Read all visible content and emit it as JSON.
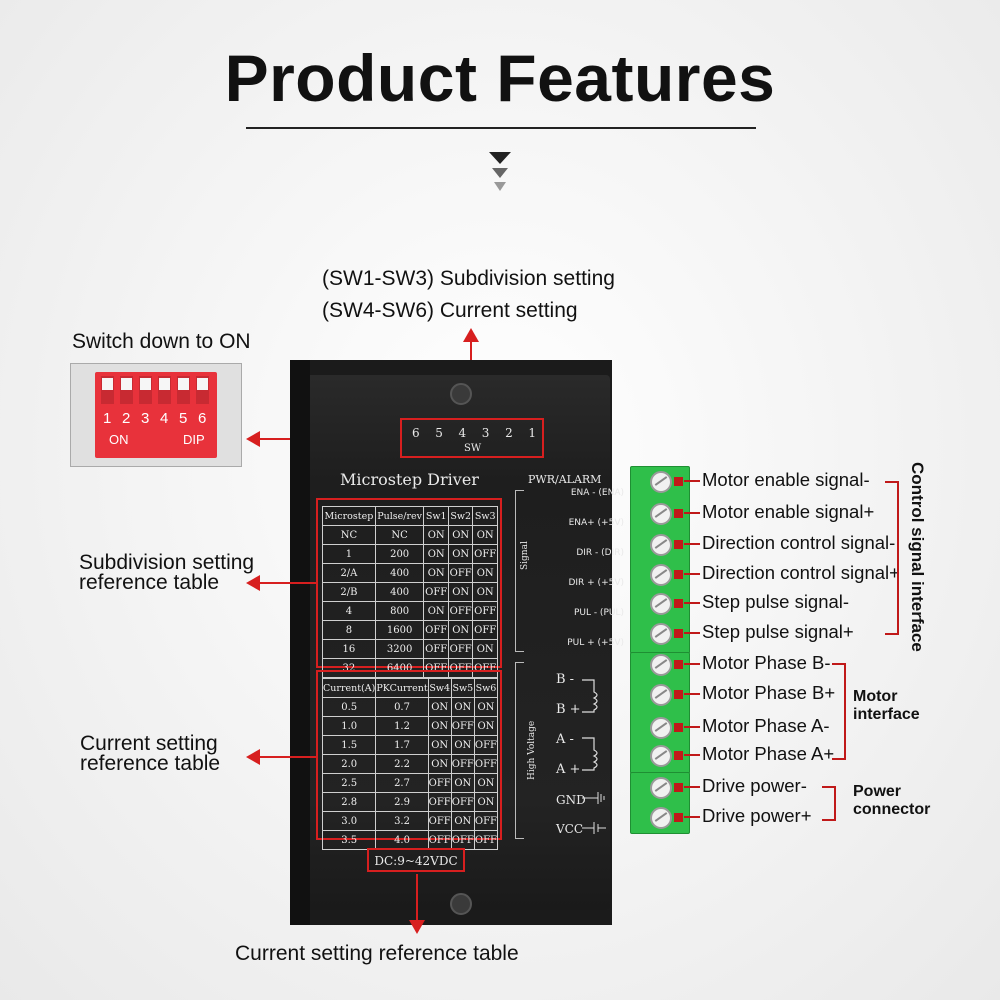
{
  "heading": "Product Features",
  "top_label": {
    "line1": "(SW1-SW3) Subdivision setting",
    "line2": "(SW4-SW6) Current setting"
  },
  "dip": {
    "caption": "Switch down to ON",
    "numbers": [
      "1",
      "2",
      "3",
      "4",
      "5",
      "6"
    ],
    "on_text": "ON",
    "dip_text": "DIP"
  },
  "driver": {
    "sw_numbers": [
      "6",
      "5",
      "4",
      "3",
      "2",
      "1"
    ],
    "sw_label": "SW",
    "title": "Microstep Driver",
    "pwr_alarm": "PWR/ALARM",
    "signal_label": "Signal",
    "hv_label": "High Voltage",
    "pins": [
      "ENA - (ENA)",
      "ENA+ (+5V)",
      "DIR - (DIR)",
      "DIR + (+5V)",
      "PUL - (PUL)",
      "PUL + (+5V)"
    ],
    "coil": [
      "B -",
      "B +",
      "A -",
      "A +"
    ],
    "power_pins": [
      "GND",
      "VCC"
    ],
    "voltage": "DC:9~42VDC"
  },
  "subdivision_table": {
    "headers": [
      "Microstep",
      "Pulse/rev",
      "Sw1",
      "Sw2",
      "Sw3"
    ],
    "rows": [
      [
        "NC",
        "NC",
        "ON",
        "ON",
        "ON"
      ],
      [
        "1",
        "200",
        "ON",
        "ON",
        "OFF"
      ],
      [
        "2/A",
        "400",
        "ON",
        "OFF",
        "ON"
      ],
      [
        "2/B",
        "400",
        "OFF",
        "ON",
        "ON"
      ],
      [
        "4",
        "800",
        "ON",
        "OFF",
        "OFF"
      ],
      [
        "8",
        "1600",
        "OFF",
        "ON",
        "OFF"
      ],
      [
        "16",
        "3200",
        "OFF",
        "OFF",
        "ON"
      ],
      [
        "32",
        "6400",
        "OFF",
        "OFF",
        "OFF"
      ]
    ]
  },
  "current_table": {
    "headers": [
      "Current(A)",
      "PKCurrent",
      "Sw4",
      "Sw5",
      "Sw6"
    ],
    "rows": [
      [
        "0.5",
        "0.7",
        "ON",
        "ON",
        "ON"
      ],
      [
        "1.0",
        "1.2",
        "ON",
        "OFF",
        "ON"
      ],
      [
        "1.5",
        "1.7",
        "ON",
        "ON",
        "OFF"
      ],
      [
        "2.0",
        "2.2",
        "ON",
        "OFF",
        "OFF"
      ],
      [
        "2.5",
        "2.7",
        "OFF",
        "ON",
        "ON"
      ],
      [
        "2.8",
        "2.9",
        "OFF",
        "OFF",
        "ON"
      ],
      [
        "3.0",
        "3.2",
        "OFF",
        "ON",
        "OFF"
      ],
      [
        "3.5",
        "4.0",
        "OFF",
        "OFF",
        "OFF"
      ]
    ]
  },
  "left_labels": {
    "subdivision": [
      "Subdivision setting",
      "reference table"
    ],
    "current": [
      "Current setting",
      "reference table"
    ]
  },
  "right_labels": [
    "Motor enable signal-",
    "Motor enable signal+",
    "Direction control signal-",
    "Direction control signal+",
    "Step pulse signal-",
    "Step pulse signal+",
    "Motor Phase B-",
    "Motor Phase B+",
    "Motor Phase A-",
    "Motor Phase A+",
    "Drive power-",
    "Drive power+"
  ],
  "groups": {
    "control": "Control signal interface",
    "motor": [
      "Motor",
      "interface"
    ],
    "power": [
      "Power",
      "connector"
    ]
  },
  "bottom_label": "Current setting reference table",
  "colors": {
    "accent": "#d71f1f",
    "terminal": "#2fbf4a",
    "body": "#1b1b1b"
  }
}
